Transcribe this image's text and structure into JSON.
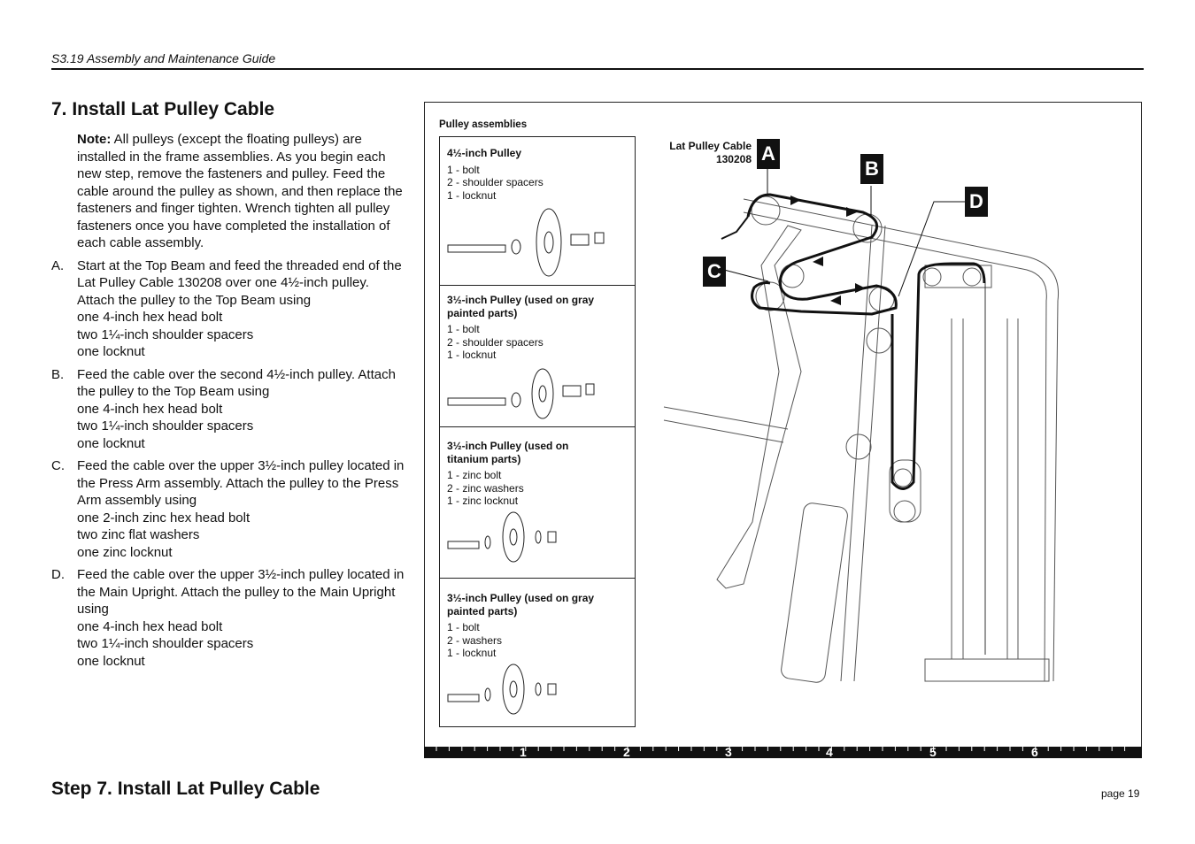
{
  "header": "S3.19 Assembly and Maintenance Guide",
  "title": "7. Install Lat Pulley Cable",
  "note": {
    "label": "Note:",
    "text": " All pulleys (except the floating pulleys) are installed in the frame assemblies. As you begin each new step, remove the fasteners and pulley. Feed the cable around the pulley as shown, and then replace the fasteners and finger tighten. Wrench tighten all pulley fasteners once you have completed the installation of each cable assembly."
  },
  "steps": [
    {
      "letter": "A.",
      "lines": [
        "Start at the Top Beam and feed the threaded end of the Lat Pulley Cable 130208 over one 4½-inch pulley. Attach the pulley to the Top Beam using",
        "one 4-inch hex head bolt",
        "two 1¼-inch shoulder spacers",
        "one locknut"
      ]
    },
    {
      "letter": "B.",
      "lines": [
        "Feed the cable over the second 4½-inch pulley. Attach the pulley to the Top Beam using",
        "one 4-inch hex head bolt",
        "two 1¼-inch shoulder spacers",
        "one locknut"
      ]
    },
    {
      "letter": "C.",
      "lines": [
        "Feed the cable over the upper 3½-inch pulley located in the Press Arm assembly. Attach the pulley to the Press Arm assembly using",
        "one 2-inch zinc hex head bolt",
        "two zinc flat washers",
        "one zinc locknut"
      ]
    },
    {
      "letter": "D.",
      "lines": [
        "Feed the cable over the upper 3½-inch pulley located in the Main Upright. Attach the pulley to the Main Upright using",
        "one 4-inch hex head bolt",
        "two 1¼-inch shoulder spacers",
        "one locknut"
      ]
    }
  ],
  "figure": {
    "pulley_assemblies_title": "Pulley assemblies",
    "sections": [
      {
        "name": "4½-inch Pulley",
        "items": [
          "1 - bolt",
          "2 - shoulder spacers",
          "1 - locknut"
        ]
      },
      {
        "name": "3½-inch Pulley (used on gray painted parts)",
        "items": [
          "1 - bolt",
          "2 - shoulder spacers",
          "1 - locknut"
        ]
      },
      {
        "name": "3½-inch Pulley (used on titanium parts)",
        "items": [
          "1 - zinc bolt",
          "2 - zinc washers",
          "1 - zinc locknut"
        ]
      },
      {
        "name": "3½-inch Pulley (used on gray painted parts)",
        "items": [
          "1 - bolt",
          "2 - washers",
          "1 - locknut"
        ]
      }
    ],
    "cable_label_1": "Lat Pulley Cable",
    "cable_label_2": "130208",
    "callouts": [
      "A",
      "B",
      "C",
      "D"
    ],
    "ruler_numbers": [
      "1",
      "2",
      "3",
      "4",
      "5",
      "6"
    ]
  },
  "footer": {
    "title": "Step 7. Install Lat Pulley Cable",
    "page": "page 19"
  }
}
